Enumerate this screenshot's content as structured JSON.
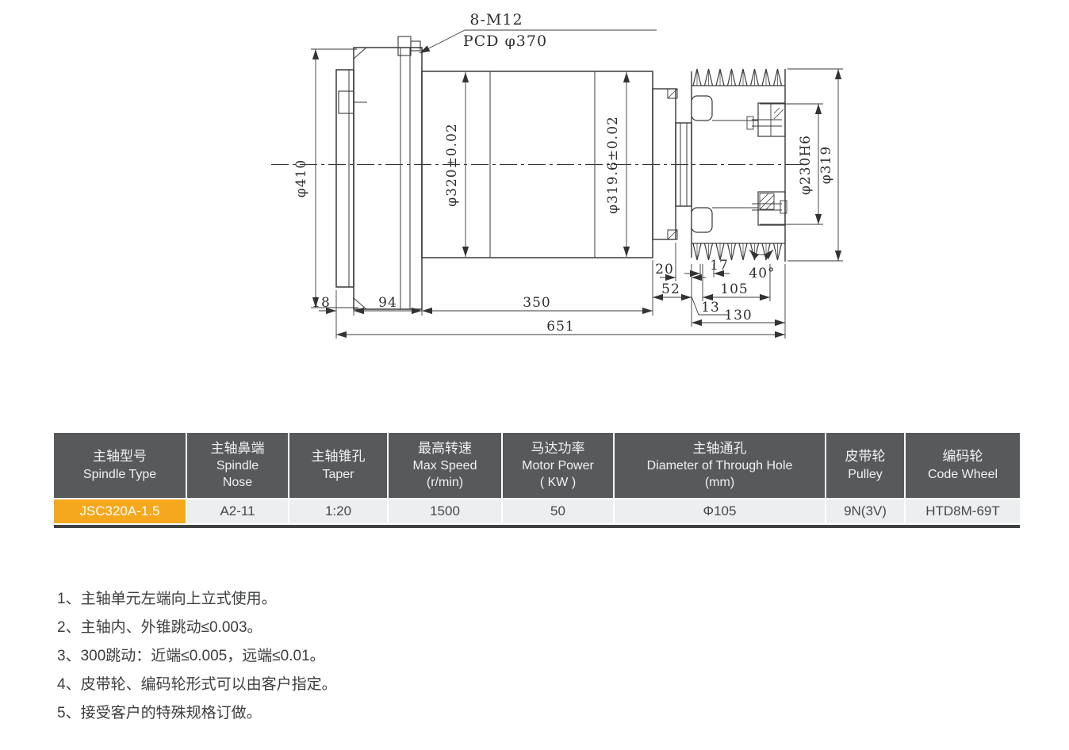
{
  "drawing": {
    "callout": {
      "top": "8-M12",
      "bottom": "PCD φ370"
    },
    "dims": {
      "dia410": "φ410",
      "dia320": "φ320±0.02",
      "dia3196": "φ319.6±0.02",
      "dia230": "φ230H6",
      "dia319": "φ319",
      "w18": "18",
      "w94": "94",
      "w350": "350",
      "w651": "651",
      "w20": "20",
      "w52": "52",
      "w17": "17",
      "w105": "105",
      "w13": "13",
      "w130": "130",
      "angle": "40°"
    }
  },
  "table": {
    "columns": [
      {
        "lines": [
          "主轴型号",
          "Spindle Type"
        ]
      },
      {
        "lines": [
          "主轴鼻端",
          "Spindle",
          "Nose"
        ]
      },
      {
        "lines": [
          "主轴锥孔",
          "Taper"
        ]
      },
      {
        "lines": [
          "最高转速",
          "Max Speed",
          "(r/min)"
        ]
      },
      {
        "lines": [
          "马达功率",
          "Motor Power",
          "( KW )"
        ]
      },
      {
        "lines": [
          "主轴通孔",
          "Diameter of Through Hole",
          "(mm)"
        ]
      },
      {
        "lines": [
          "皮带轮",
          "Pulley"
        ]
      },
      {
        "lines": [
          "编码轮",
          "Code Wheel"
        ]
      }
    ],
    "row": [
      "JSC320A-1.5",
      "A2-11",
      "1:20",
      "1500",
      "50",
      "Φ105",
      "9N(3V)",
      "HTD8M-69T"
    ],
    "colors": {
      "highlight": "#F6A81C",
      "header_bg": "#58595B",
      "row_bg": "#EDEEEF"
    }
  },
  "notes": [
    "1、主轴单元左端向上立式使用。",
    "2、主轴内、外锥跳动≤0.003。",
    "3、300跳动：近端≤0.005，远端≤0.01。",
    "4、皮带轮、编码轮形式可以由客户指定。",
    "5、接受客户的特殊规格订做。"
  ]
}
